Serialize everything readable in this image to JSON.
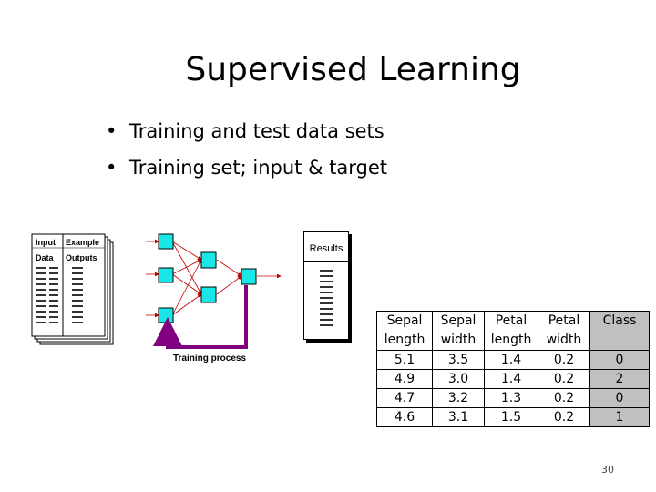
{
  "slide": {
    "title": "Supervised Learning",
    "bullets": [
      "Training and test data sets",
      "Training set; input & target"
    ],
    "page_number": "30"
  },
  "diagram": {
    "input_header": "Input",
    "input_header2": "Data",
    "example_header": "Example",
    "example_header2": "Outputs",
    "results_label": "Results",
    "process_label": "Training process",
    "node_color": "#19e6e6",
    "arrow_color": "#800080"
  },
  "table": {
    "headers": [
      [
        "Sepal",
        "length"
      ],
      [
        "Sepal",
        "width"
      ],
      [
        "Petal",
        "length"
      ],
      [
        "Petal",
        "width"
      ],
      [
        "Class",
        ""
      ]
    ],
    "rows": [
      [
        "5.1",
        "3.5",
        "1.4",
        "0.2",
        "0"
      ],
      [
        "4.9",
        "3.0",
        "1.4",
        "0.2",
        "2"
      ],
      [
        "4.7",
        "3.2",
        "1.3",
        "0.2",
        "0"
      ],
      [
        "4.6",
        "3.1",
        "1.5",
        "0.2",
        "1"
      ]
    ],
    "class_column_color": "#c0c0c0"
  }
}
